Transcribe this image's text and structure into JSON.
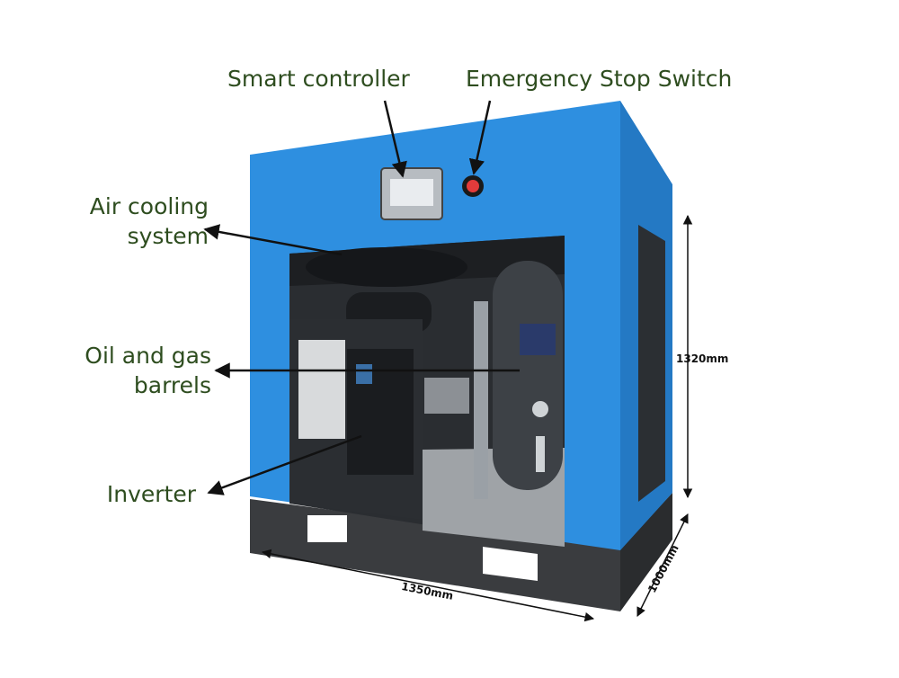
{
  "callouts": {
    "smart_controller": "Smart controller",
    "emergency_stop": "Emergency Stop Switch",
    "air_cooling_line1": "Air cooling",
    "air_cooling_line2": "system",
    "oil_gas_line1": "Oil and gas",
    "oil_gas_line2": "barrels",
    "inverter": "Inverter"
  },
  "dimensions": {
    "height": "1320mm",
    "width": "1350mm",
    "depth": "1000mm"
  },
  "colors": {
    "cabinet_blue": "#2e8fe0",
    "label_green": "#2e4d1f",
    "base_gray": "#3a3c3f",
    "tank_gray": "#3d4146"
  }
}
